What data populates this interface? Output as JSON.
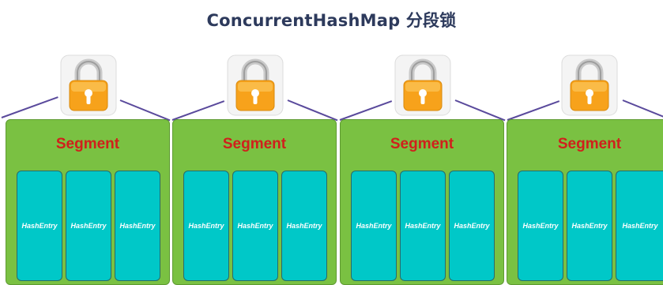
{
  "title": "ConcurrentHashMap 分段锁",
  "segments": [
    {
      "label": "Segment",
      "entries": [
        "HashEntry",
        "HashEntry",
        "HashEntry"
      ]
    },
    {
      "label": "Segment",
      "entries": [
        "HashEntry",
        "HashEntry",
        "HashEntry"
      ]
    },
    {
      "label": "Segment",
      "entries": [
        "HashEntry",
        "HashEntry",
        "HashEntry"
      ]
    },
    {
      "label": "Segment",
      "entries": [
        "HashEntry",
        "HashEntry",
        "HashEntry"
      ]
    }
  ],
  "colors": {
    "segment_fill": "#7ac142",
    "segment_label": "#d0201c",
    "entry_fill": "#00c8c8",
    "lock_body": "#f7a21b",
    "connector": "#5a4a9c"
  }
}
